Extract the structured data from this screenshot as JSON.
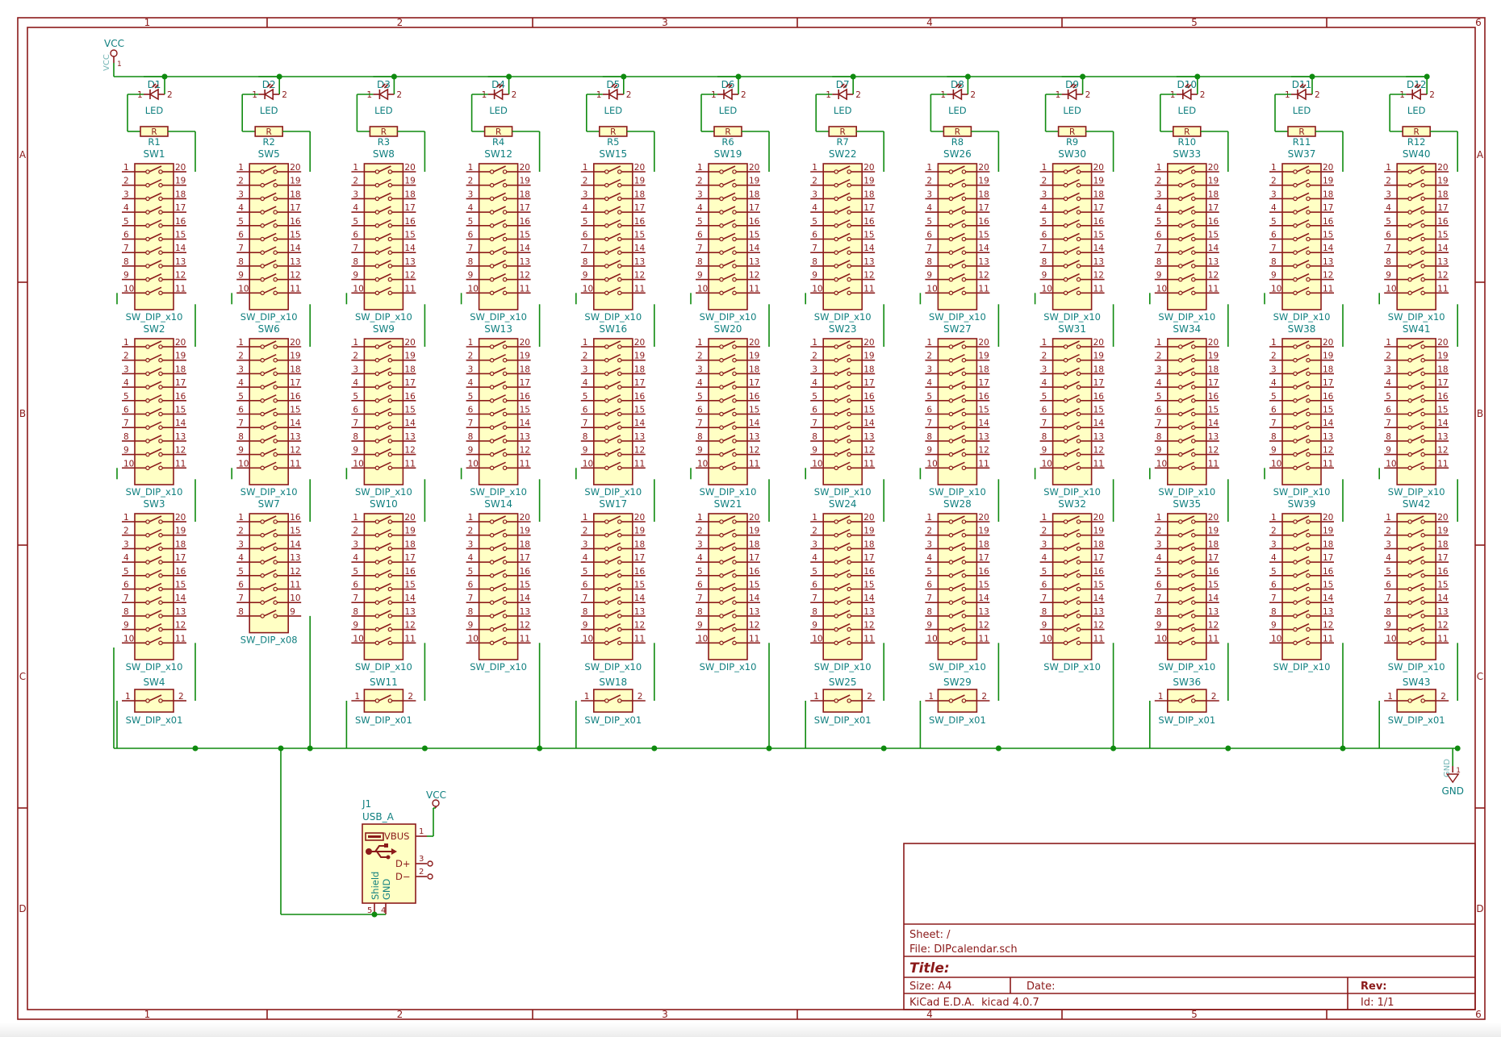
{
  "colors": {
    "border": "#8b1a1a",
    "wire": "#0f8a0f",
    "part_body": "#ffffc4",
    "ref_text": "#0f7f7f",
    "pin_text": "#8b1a1a",
    "title_text": "#8b1a1a"
  },
  "border": {
    "columns": [
      "1",
      "2",
      "3",
      "4",
      "5",
      "6"
    ],
    "rows": [
      "A",
      "B",
      "C",
      "D"
    ]
  },
  "power": {
    "vcc_top": "VCC",
    "vcc_usb": "VCC",
    "gnd_label": "GND",
    "gnd_pin": "GND",
    "pin": "1"
  },
  "led_columns": [
    {
      "led_ref": "D1",
      "res_ref": "R1",
      "switches": [
        "SW1",
        "SW2",
        "SW3",
        "SW4"
      ]
    },
    {
      "led_ref": "D2",
      "res_ref": "R2",
      "switches": [
        "SW5",
        "SW6",
        "SW7"
      ]
    },
    {
      "led_ref": "D3",
      "res_ref": "R3",
      "switches": [
        "SW8",
        "SW9",
        "SW10",
        "SW11"
      ]
    },
    {
      "led_ref": "D4",
      "res_ref": "R4",
      "switches": [
        "SW12",
        "SW13",
        "SW14"
      ]
    },
    {
      "led_ref": "D5",
      "res_ref": "R5",
      "switches": [
        "SW15",
        "SW16",
        "SW17",
        "SW18"
      ]
    },
    {
      "led_ref": "D6",
      "res_ref": "R6",
      "switches": [
        "SW19",
        "SW20",
        "SW21"
      ]
    },
    {
      "led_ref": "D7",
      "res_ref": "R7",
      "switches": [
        "SW22",
        "SW23",
        "SW24",
        "SW25"
      ]
    },
    {
      "led_ref": "D8",
      "res_ref": "R8",
      "switches": [
        "SW26",
        "SW27",
        "SW28",
        "SW29"
      ]
    },
    {
      "led_ref": "D9",
      "res_ref": "R9",
      "switches": [
        "SW30",
        "SW31",
        "SW32"
      ]
    },
    {
      "led_ref": "D10",
      "res_ref": "R10",
      "switches": [
        "SW33",
        "SW34",
        "SW35",
        "SW36"
      ]
    },
    {
      "led_ref": "D11",
      "res_ref": "R11",
      "switches": [
        "SW37",
        "SW38",
        "SW39"
      ]
    },
    {
      "led_ref": "D12",
      "res_ref": "R12",
      "switches": [
        "SW40",
        "SW41",
        "SW42",
        "SW43"
      ]
    }
  ],
  "parts": {
    "led_value": "LED",
    "led_pin1": "1",
    "led_pin2": "2",
    "res_value": "R",
    "dip10": "SW_DIP_x10",
    "dip08": "SW_DIP_x08",
    "dip01": "SW_DIP_x01",
    "dip10_left_pins": [
      "1",
      "2",
      "3",
      "4",
      "5",
      "6",
      "7",
      "8",
      "9",
      "10"
    ],
    "dip10_right_pins": [
      "20",
      "19",
      "18",
      "17",
      "16",
      "15",
      "14",
      "13",
      "12",
      "11"
    ],
    "dip08_left_pins": [
      "1",
      "2",
      "3",
      "4",
      "5",
      "6",
      "7",
      "8"
    ],
    "dip08_right_pins": [
      "16",
      "15",
      "14",
      "13",
      "12",
      "11",
      "10",
      "9"
    ],
    "dip01_pins": [
      "1",
      "2"
    ]
  },
  "usb": {
    "ref": "J1",
    "value": "USB_A",
    "vbus": "VBUS",
    "dplus": "D+",
    "dminus": "D−",
    "shield": "Shield",
    "gnd": "GND",
    "pin_vbus": "1",
    "pin_dplus": "3",
    "pin_dminus": "2",
    "pin_shield": "5",
    "pin_gnd": "4"
  },
  "title_block": {
    "sheet": "Sheet: /",
    "file": "File: DIPcalendar.sch",
    "title": "Title:",
    "size": "Size: A4",
    "date": "Date:",
    "rev": "Rev:",
    "tool": "KiCad E.D.A.  kicad 4.0.7",
    "id": "Id: 1/1"
  }
}
